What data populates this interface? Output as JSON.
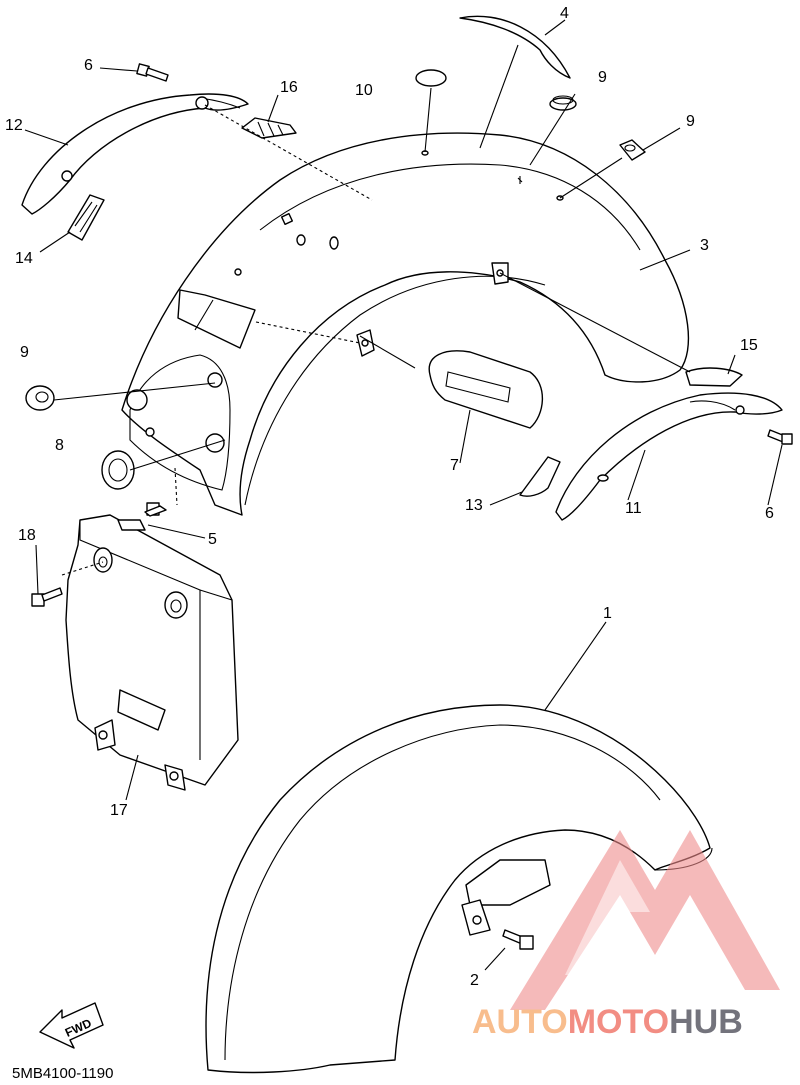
{
  "diagram": {
    "code": "5MB4100-1190",
    "direction_label": "FWD",
    "callouts": {
      "c1": "1",
      "c2": "2",
      "c3": "3",
      "c4": "4",
      "c5": "5",
      "c6a": "6",
      "c6b": "6",
      "c7": "7",
      "c8": "8",
      "c9a": "9",
      "c9b": "9",
      "c9c": "9",
      "c10": "10",
      "c11": "11",
      "c12": "12",
      "c13": "13",
      "c14": "14",
      "c15": "15",
      "c16": "16",
      "c17": "17",
      "c18": "18"
    }
  },
  "watermark": {
    "part1": "AUTO",
    "part2": "MOTO",
    "part3": "HUB",
    "colors": {
      "auto": "#f7b27a",
      "moto": "#f07a6e",
      "hub": "#5b5b66",
      "logo": "#f08c8c"
    }
  }
}
